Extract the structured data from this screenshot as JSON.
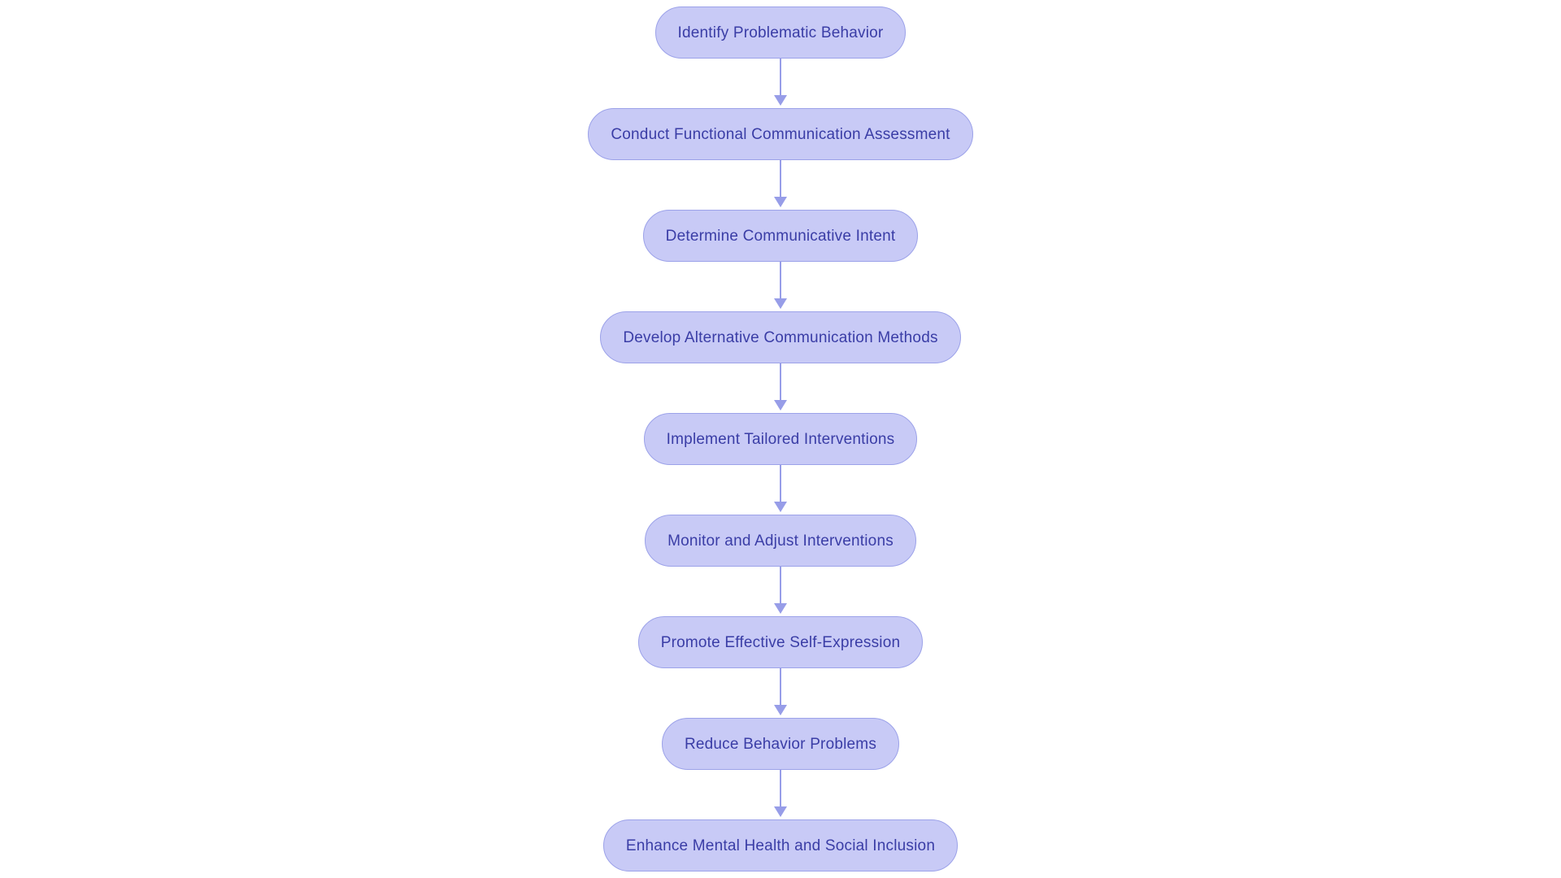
{
  "flowchart": {
    "type": "vertical-process-flow",
    "nodes": [
      {
        "id": "identify-problematic-behavior",
        "label": "Identify Problematic Behavior"
      },
      {
        "id": "conduct-functional-communication-assessment",
        "label": "Conduct Functional Communication Assessment"
      },
      {
        "id": "determine-communicative-intent",
        "label": "Determine Communicative Intent"
      },
      {
        "id": "develop-alternative-communication-methods",
        "label": "Develop Alternative Communication Methods"
      },
      {
        "id": "implement-tailored-interventions",
        "label": "Implement Tailored Interventions"
      },
      {
        "id": "monitor-and-adjust-interventions",
        "label": "Monitor and Adjust Interventions"
      },
      {
        "id": "promote-effective-self-expression",
        "label": "Promote Effective Self-Expression"
      },
      {
        "id": "reduce-behavior-problems",
        "label": "Reduce Behavior Problems"
      },
      {
        "id": "enhance-mental-health-and-social-inclusion",
        "label": "Enhance Mental Health and Social Inclusion"
      }
    ],
    "edges": [
      {
        "from": "identify-problematic-behavior",
        "to": "conduct-functional-communication-assessment"
      },
      {
        "from": "conduct-functional-communication-assessment",
        "to": "determine-communicative-intent"
      },
      {
        "from": "determine-communicative-intent",
        "to": "develop-alternative-communication-methods"
      },
      {
        "from": "develop-alternative-communication-methods",
        "to": "implement-tailored-interventions"
      },
      {
        "from": "implement-tailored-interventions",
        "to": "monitor-and-adjust-interventions"
      },
      {
        "from": "monitor-and-adjust-interventions",
        "to": "promote-effective-self-expression"
      },
      {
        "from": "promote-effective-self-expression",
        "to": "reduce-behavior-problems"
      },
      {
        "from": "reduce-behavior-problems",
        "to": "enhance-mental-health-and-social-inclusion"
      }
    ],
    "colors": {
      "node_fill": "#c8caf6",
      "node_border": "#9ca2e9",
      "arrow": "#979de8",
      "text": "#3a3da6",
      "background": "#ffffff"
    }
  }
}
